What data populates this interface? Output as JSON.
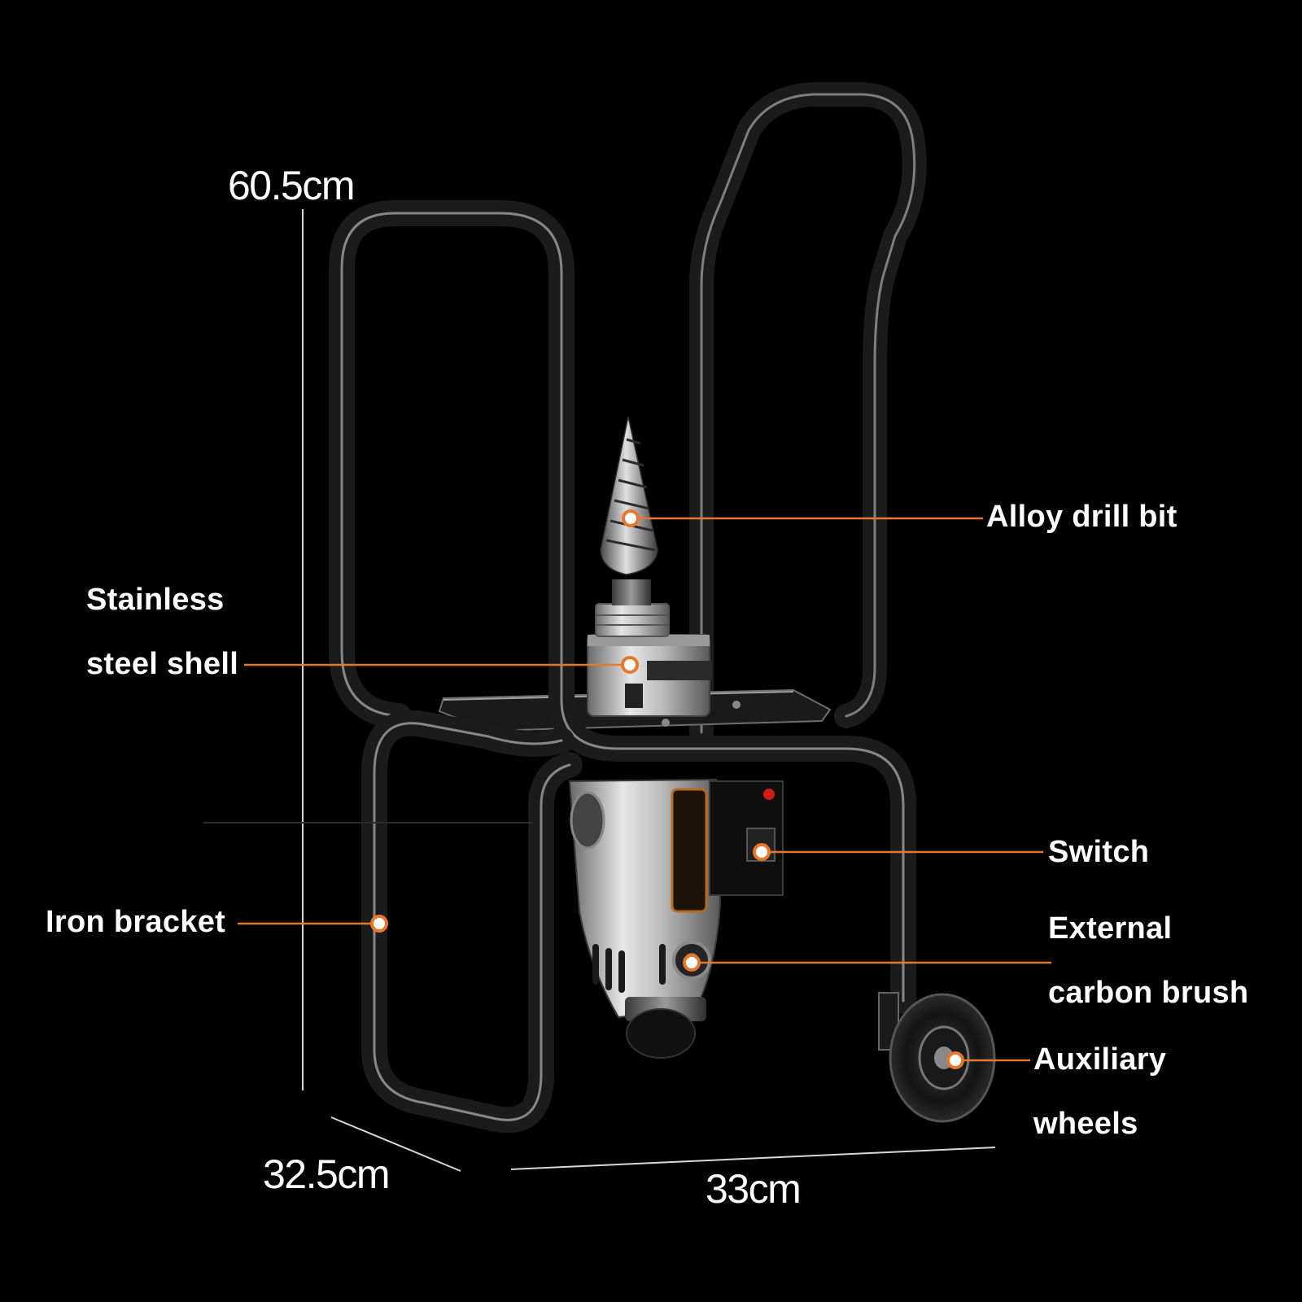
{
  "dimensions": {
    "height": "60.5cm",
    "depth": "32.5cm",
    "width": "33cm"
  },
  "callouts": {
    "alloy_drill_bit": "Alloy drill bit",
    "stainless_steel_shell": [
      "Stainless",
      "steel shell"
    ],
    "switch": "Switch",
    "iron_bracket": "Iron bracket",
    "external_carbon_brush": [
      "External",
      "carbon brush"
    ],
    "auxiliary_wheels": [
      "Auxiliary",
      "wheels"
    ]
  },
  "colors": {
    "background": "#000000",
    "text": "#ffffff",
    "accent": "#e8772e",
    "frame": "#1b1b1b",
    "frame_highlight": "#8f8f8f",
    "motor_silver": "#c4c4c4"
  }
}
